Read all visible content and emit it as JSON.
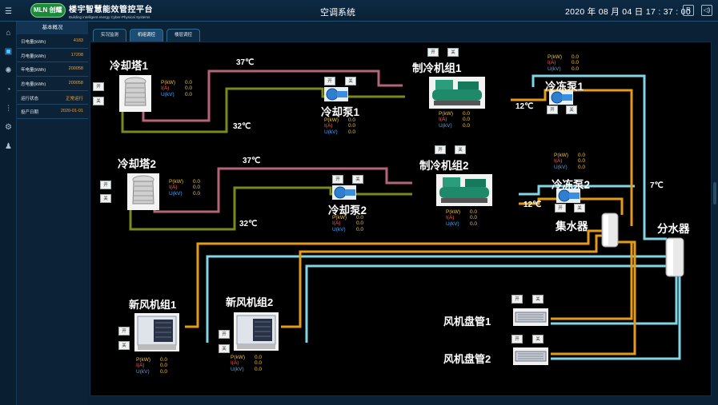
{
  "header": {
    "logo_text": "MLN 创耀",
    "brand_cn": "楼宇智慧能效管控平台",
    "brand_en": "Building intelligent energy Cyber-Physical Systems",
    "page_title": "空调系统",
    "datetime": "2020 年 08 月 04 日   17 : 37 : 00"
  },
  "sidebar": {
    "title": "基本概况",
    "items": [
      {
        "label": "日电量(kWh)",
        "value": "4183"
      },
      {
        "label": "月电量(kWh)",
        "value": "17208"
      },
      {
        "label": "年电量(kWh)",
        "value": "200058"
      },
      {
        "label": "总电量(kWh)",
        "value": "200058"
      },
      {
        "label": "运行状态",
        "value": "正常运行"
      },
      {
        "label": "投产日期",
        "value": "2020-01-01"
      }
    ]
  },
  "tabs": [
    {
      "label": "实况监测"
    },
    {
      "label": "机组调控"
    },
    {
      "label": "楼层调控"
    }
  ],
  "readout_labels": {
    "p": "P(kW)",
    "i": "I(A)",
    "u": "U(kV)"
  },
  "buttons": {
    "on": "开",
    "off": "关"
  },
  "equipment": {
    "tower1": {
      "name": "冷却塔1",
      "p": "0.0",
      "i": "0.0",
      "u": "0.0"
    },
    "tower2": {
      "name": "冷却塔2",
      "p": "0.0",
      "i": "0.0",
      "u": "0.0"
    },
    "pump1": {
      "name": "冷却泵1",
      "p": "0.0",
      "i": "0.0",
      "u": "0.0"
    },
    "pump2": {
      "name": "冷却泵2",
      "p": "0.0",
      "i": "0.0",
      "u": "0.0"
    },
    "chiller1": {
      "name": "制冷机组1",
      "p": "0.0",
      "i": "0.0",
      "u": "0.0"
    },
    "chiller2": {
      "name": "制冷机组2",
      "p": "0.0",
      "i": "0.0",
      "u": "0.0"
    },
    "fpump1": {
      "name": "冷冻泵1",
      "p": "0.0",
      "i": "0.0",
      "u": "0.0"
    },
    "fpump2": {
      "name": "冷冻泵2",
      "p": "0.0",
      "i": "0.0",
      "u": "0.0"
    },
    "collector": {
      "name": "集水器"
    },
    "divider": {
      "name": "分水器"
    },
    "ahu1": {
      "name": "新风机组1",
      "p": "0.0",
      "i": "0.0",
      "u": "0.0"
    },
    "ahu2": {
      "name": "新风机组2",
      "p": "0.0",
      "i": "0.0",
      "u": "0.0"
    },
    "fcu1": {
      "name": "风机盘管1"
    },
    "fcu2": {
      "name": "风机盘管2"
    }
  },
  "temps": {
    "t1_hot": "37℃",
    "t1_cold": "32℃",
    "t2_hot": "37℃",
    "t2_cold": "32℃",
    "chw1": "12℃",
    "chw2": "12℃",
    "supply": "7℃"
  },
  "colors": {
    "hot_pipe": "#b5647a",
    "cold_pipe": "#7a8a1c",
    "chilled_return": "#e69a1a",
    "chilled_supply": "#7fd6e6"
  }
}
